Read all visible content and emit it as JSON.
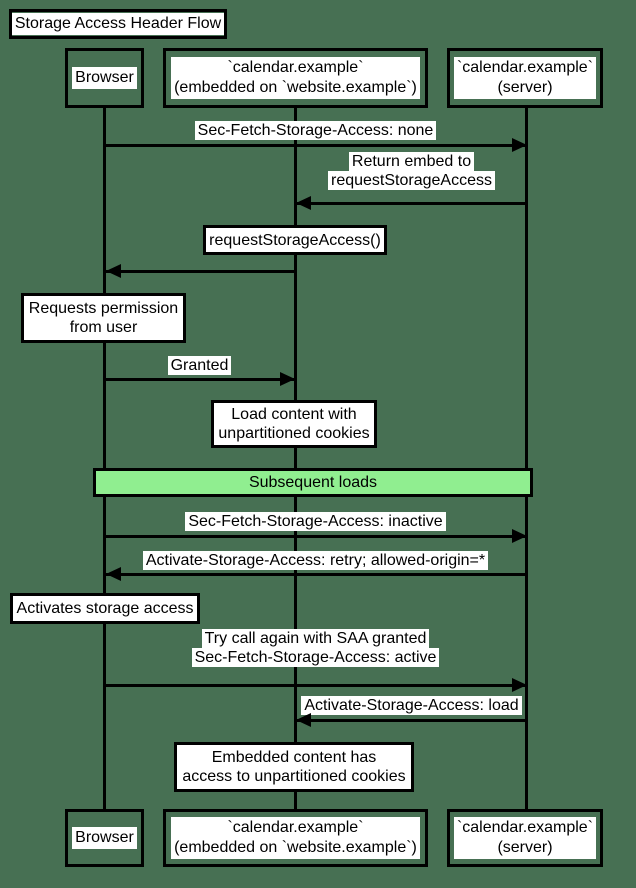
{
  "title": "Storage Access Header Flow",
  "actors": {
    "browser": {
      "lines": [
        "Browser"
      ]
    },
    "embedded": {
      "lines": [
        "`calendar.example`",
        "(embedded on `website.example`)"
      ]
    },
    "server": {
      "lines": [
        "`calendar.example`",
        "(server)"
      ]
    }
  },
  "messages": [
    {
      "id": "m1",
      "from": "browser",
      "to": "server",
      "direction": "right",
      "style": "plain",
      "label_lines": [
        "Sec-Fetch-Storage-Access: none"
      ]
    },
    {
      "id": "m2",
      "from": "server",
      "to": "embedded",
      "direction": "left",
      "style": "plain",
      "label_lines": [
        "Return embed to",
        "requestStorageAccess"
      ]
    },
    {
      "id": "m3",
      "from": "embedded",
      "to": "browser",
      "direction": "left",
      "style": "boxed",
      "label_lines": [
        "requestStorageAccess()"
      ]
    },
    {
      "id": "m4",
      "from": "browser",
      "to": "embedded",
      "direction": "right",
      "style": "plain",
      "label_lines": [
        "Granted"
      ]
    },
    {
      "id": "m5",
      "from": "browser",
      "to": "server",
      "direction": "right",
      "style": "plain",
      "label_lines": [
        "Sec-Fetch-Storage-Access: inactive"
      ]
    },
    {
      "id": "m6",
      "from": "server",
      "to": "browser",
      "direction": "left",
      "style": "plain",
      "label_lines": [
        "Activate-Storage-Access: retry; allowed-origin=*"
      ]
    },
    {
      "id": "m7",
      "from": "browser",
      "to": "server",
      "direction": "right",
      "style": "plain",
      "label_lines": [
        "Try call again with SAA granted",
        "Sec-Fetch-Storage-Access: active"
      ]
    },
    {
      "id": "m8",
      "from": "server",
      "to": "embedded",
      "direction": "left",
      "style": "plain",
      "label_lines": [
        "Activate-Storage-Access: load"
      ]
    }
  ],
  "notes": [
    {
      "id": "note1",
      "over": "browser",
      "lines": [
        "Requests permission",
        "from user"
      ]
    },
    {
      "id": "note2",
      "over": "embedded",
      "lines": [
        "Load content with",
        "unpartitioned cookies"
      ]
    },
    {
      "id": "note3",
      "over": "browser",
      "lines": [
        "Activates storage access"
      ]
    },
    {
      "id": "note4",
      "over": "embedded",
      "lines": [
        "Embedded content has",
        "access to unpartitioned cookies"
      ]
    }
  ],
  "divider": {
    "label": "Subsequent loads"
  },
  "colors": {
    "background": "#477053",
    "divider_fill": "#90EE90",
    "line": "#000000",
    "label_bg": "#FFFFFF",
    "text": "#000000"
  }
}
